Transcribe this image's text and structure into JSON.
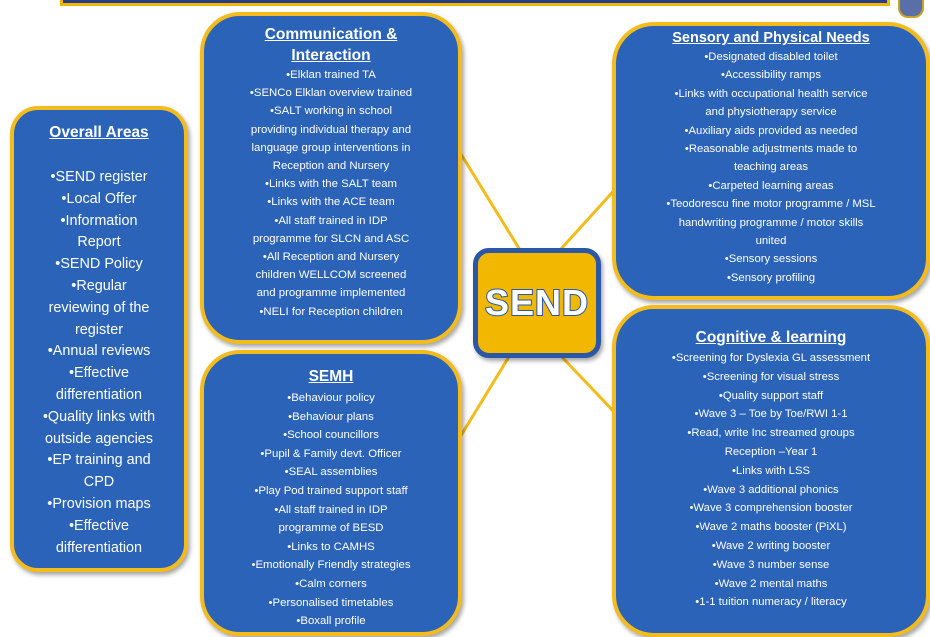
{
  "center": {
    "label": "SEND"
  },
  "overall": {
    "title": "Overall Areas",
    "items": [
      "•SEND register",
      "•Local Offer",
      "•Information",
      "Report",
      "•SEND Policy",
      "•Regular",
      "reviewing of the",
      "register",
      "•Annual reviews",
      "•Effective",
      "differentiation",
      "•Quality links with",
      "outside agencies",
      "•EP training and",
      "CPD",
      "•Provision maps",
      "•Effective",
      "differentiation"
    ]
  },
  "communication": {
    "title": "Communication & Interaction",
    "items": [
      "•Elklan trained TA",
      "•SENCo Elklan overview trained",
      "•SALT working in school",
      "providing individual therapy and",
      "language group interventions in",
      "Reception and Nursery",
      "•Links with the SALT team",
      "•Links  with the ACE team",
      "•All staff trained in IDP",
      "programme for SLCN and ASC",
      "•All Reception and Nursery",
      "children WELLCOM  screened",
      "and programme implemented",
      "•NELI for Reception children"
    ]
  },
  "semh": {
    "title": "SEMH",
    "items": [
      "•Behaviour policy",
      "•Behaviour plans",
      "•School councillors",
      "•Pupil & Family devt. Officer",
      "•SEAL  assemblies",
      "•Play Pod trained support staff",
      "•All staff trained in IDP",
      "programme of BESD",
      "•Links to CAMHS",
      "•Emotionally Friendly strategies",
      "•Calm corners",
      "•Personalised timetables",
      "•Boxall profile"
    ]
  },
  "sensory": {
    "title": "Sensory and Physical Needs",
    "items": [
      "•Designated disabled toilet",
      "•Accessibility ramps",
      "•Links with occupational health service",
      "and physiotherapy service",
      "•Auxiliary aids provided as needed",
      "•Reasonable adjustments made to",
      "teaching areas",
      "•Carpeted learning areas",
      "•Teodorescu fine motor programme  / MSL",
      "handwriting programme / motor skills",
      "united",
      "•Sensory sessions",
      "•Sensory profiling"
    ]
  },
  "cognitive": {
    "title": "Cognitive & learning",
    "items": [
      "•Screening for Dyslexia GL assessment",
      "•Screening for visual stress",
      "•Quality support staff",
      "•Wave 3 – Toe by Toe/RWI 1-1",
      "•Read, write Inc streamed groups",
      "Reception –Year 1",
      "•Links with LSS",
      "•Wave 3 additional phonics",
      "•Wave 3 comprehension booster",
      "•Wave 2 maths booster (PiXL)",
      "•Wave 2 writing booster",
      "•Wave 3 number sense",
      "•Wave 2 mental maths",
      "•1-1 tuition numeracy / literacy"
    ]
  },
  "colors": {
    "box_fill": "#2a63b8",
    "box_border": "#f3bb1c",
    "center_fill": "#f2b700",
    "center_border": "#2b58a6",
    "connector": "#f3bb1c"
  }
}
